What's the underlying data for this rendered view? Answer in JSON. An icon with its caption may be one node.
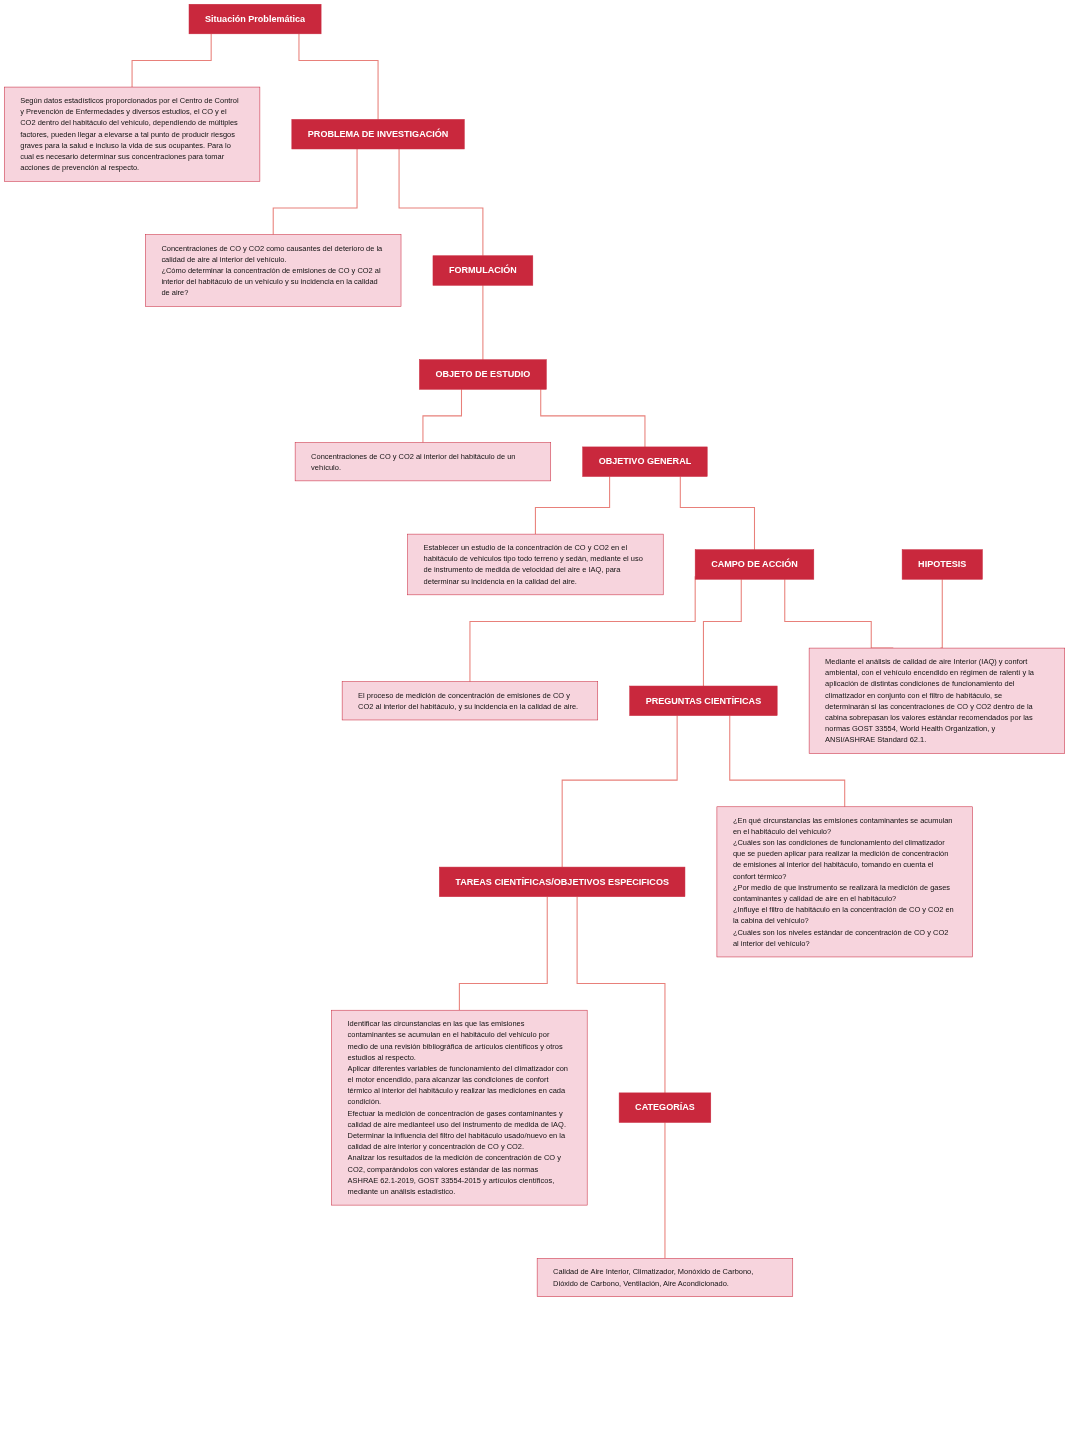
{
  "diagram": {
    "nodes": [
      {
        "text": [
          "Situación Problemática"
        ]
      },
      {
        "text": [
          "Según datos estadísticos proporcionados por el Centro de Control y Prevención de Enfermedades y diversos estudios, el CO y el CO2 dentro del habitáculo del vehículo, dependiendo de múltiples factores, pueden llegar a elevarse a tal punto de producir riesgos graves para la salud e incluso la vida de sus ocupantes. Para lo cual es necesario determinar sus concentraciones para tomar acciones de prevención al respecto."
        ]
      },
      {
        "text": [
          "PROBLEMA DE INVESTIGACIÓN"
        ]
      },
      {
        "text": [
          "Concentraciones de CO y CO2 como causantes del deterioro de la calidad de aire al interior del vehículo.",
          "¿Cómo determinar la concentración de emisiones de CO y CO2 al interior del habitáculo de un vehículo y su incidencia en la calidad de aire?"
        ]
      },
      {
        "text": [
          "FORMULACIÓN"
        ]
      },
      {
        "text": [
          "OBJETO DE ESTUDIO"
        ]
      },
      {
        "text": [
          "Concentraciones de CO y CO2 al interior del habitáculo de un vehículo."
        ]
      },
      {
        "text": [
          "OBJETIVO GENERAL"
        ]
      },
      {
        "text": [
          "Establecer un estudio de la concentración de CO y CO2 en el habitáculo de vehículos tipo todo terreno y sedán, mediante el uso de instrumento de medida de velocidad del aire e IAQ, para determinar su incidencia en la calidad del aire."
        ]
      },
      {
        "text": [
          "CAMPO DE ACCIÓN"
        ]
      },
      {
        "text": [
          "El proceso de medición de concentración de emisiones de CO y CO2 al interior del habitáculo, y su incidencia en la calidad de aire."
        ]
      },
      {
        "text": [
          "PREGUNTAS CIENTÍFICAS"
        ]
      },
      {
        "text": [
          "TAREAS CIENTÍFICAS/OBJETIVOS ESPECIFICOS"
        ]
      },
      {
        "text": [
          "¿En qué circunstancias las emisiones contaminantes se acumulan en el habitáculo del vehículo?",
          "¿Cuáles son las condiciones de funcionamiento del climatizador que se pueden aplicar para realizar la medición de concentración de emisiones al interior del habitáculo, tomando en cuenta el confort térmico?",
          "¿Por medio de que instrumento se realizará la medición de gases contaminantes y calidad de aire en el habitáculo?",
          "¿Influye el filtro de habitáculo en la concentración de CO y CO2 en la cabina del vehículo?",
          "¿Cuáles son los niveles estándar de concentración de CO y CO2 al interior del vehículo?"
        ]
      },
      {
        "text": [
          "Identificar las circunstancias en las que las emisiones contaminantes se acumulan en el habitáculo del vehículo por medio de una revisión bibliográfica de artículos científicos y otros estudios al respecto.",
          "Aplicar diferentes variables de funcionamiento del climatizador con el motor encendido, para alcanzar las condiciones de confort térmico al interior del habitáculo y realizar las mediciones en cada condición.",
          "Efectuar la medición de concentración de gases contaminantes y calidad de aire medianteel uso del instrumento de medida de IAQ.",
          "Determinar la influencia del filtro del habitáculo usado/nuevo en la calidad de aire interior y concentración de CO y CO2.",
          "Analizar los resultados de la medición de concentración de CO y CO2, comparándolos con valores estándar de las normas ASHRAE 62.1-2019, GOST 33554-2015 y artículos científicos, mediante un análisis estadístico."
        ]
      },
      {
        "text": [
          "HIPOTESIS"
        ]
      },
      {
        "text": [
          "Mediante el análisis de calidad de aire Interior (IAQ) y confort ambiental, con el vehículo encendido en régimen de ralentí y la aplicación de distintas condiciones de funcionamiento del climatizador en conjunto con el filtro de habitáculo, se determinarán si las concentraciones de CO y CO2 dentro de la cabina sobrepasan los valores estándar recomendados por las normas GOST 33554, World Health Organization, y ANSI/ASHRAE Standard 62.1."
        ]
      },
      {
        "text": [
          "CATEGORÍAS"
        ]
      },
      {
        "text": [
          "Calidad de Aire Interior, Climatizador, Monóxido de Carbono, Dióxido de Carbono, Ventilación, Aire Acondicionado."
        ]
      }
    ],
    "edges": [
      {
        "from": 0,
        "to": 1,
        "arrow": "none"
      },
      {
        "from": 0,
        "to": 2,
        "arrow": "none"
      },
      {
        "from": 2,
        "to": 3,
        "arrow": "none"
      },
      {
        "from": 2,
        "to": 4,
        "arrow": "none"
      },
      {
        "from": 4,
        "to": 5,
        "arrow": "none"
      },
      {
        "from": 5,
        "to": 6,
        "arrow": "none"
      },
      {
        "from": 5,
        "to": 7,
        "arrow": "none"
      },
      {
        "from": 7,
        "to": 8,
        "arrow": "none"
      },
      {
        "from": 7,
        "to": 9,
        "arrow": "none"
      },
      {
        "from": 9,
        "to": 10,
        "arrow": "none"
      },
      {
        "from": 9,
        "to": 11,
        "arrow": "none"
      },
      {
        "from": 11,
        "to": 12,
        "arrow": "none"
      },
      {
        "from": 11,
        "to": 13,
        "arrow": "none"
      },
      {
        "from": 12,
        "to": 14,
        "arrow": "none"
      },
      {
        "from": 9,
        "to": 16,
        "arrow": "none"
      },
      {
        "from": 15,
        "to": 16,
        "arrow": "none"
      },
      {
        "from": 12,
        "to": 17,
        "arrow": "none"
      },
      {
        "from": 17,
        "to": 18,
        "arrow": "none"
      }
    ]
  }
}
